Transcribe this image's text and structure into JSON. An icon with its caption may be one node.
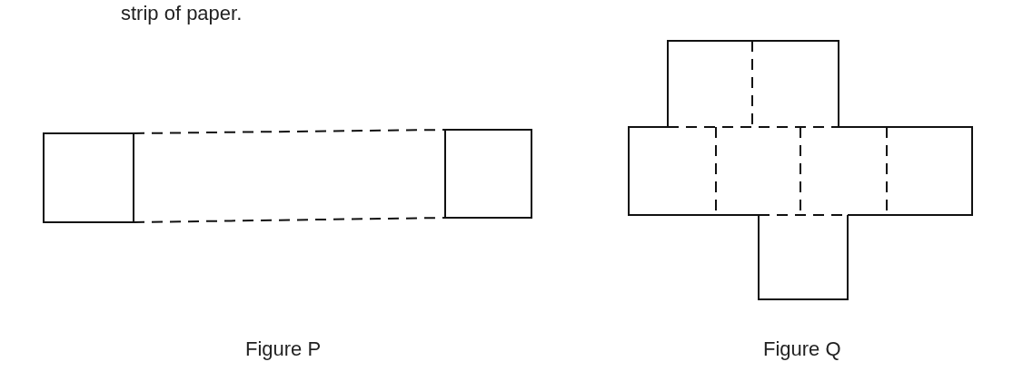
{
  "diagram": {
    "labels": [
      "strip of paper.",
      "Figure P",
      "Figure Q"
    ]
  }
}
